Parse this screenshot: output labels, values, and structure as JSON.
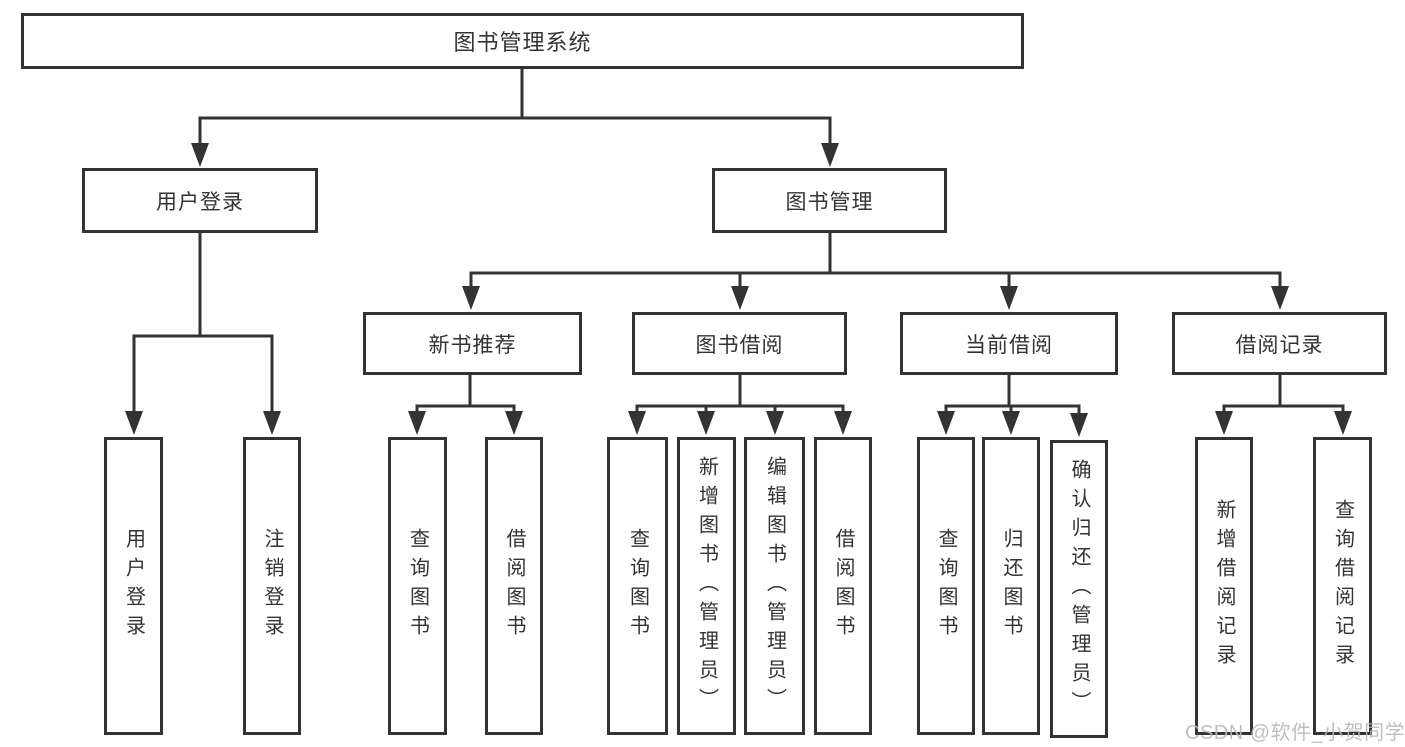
{
  "diagram": {
    "type": "hierarchy-tree",
    "line_color": "#333333",
    "text_color": "#333333",
    "background_color": "#ffffff",
    "tree": {
      "root": "图书管理系统",
      "children": [
        {
          "label": "用户登录",
          "children": [
            "用户登录",
            "注销登录"
          ]
        },
        {
          "label": "图书管理",
          "children": [
            {
              "label": "新书推荐",
              "children": [
                "查询图书",
                "借阅图书"
              ]
            },
            {
              "label": "图书借阅",
              "children": [
                "查询图书",
                "新增图书（管理员）",
                "编辑图书（管理员）",
                "借阅图书"
              ]
            },
            {
              "label": "当前借阅",
              "children": [
                "查询图书",
                "归还图书",
                "确认归还（管理员）"
              ]
            },
            {
              "label": "借阅记录",
              "children": [
                "新增借阅记录",
                "查询借阅记录"
              ]
            }
          ]
        }
      ]
    }
  },
  "watermark": {
    "text": "CSDN @软件_小贺同学",
    "color": "#b9b9b9"
  }
}
